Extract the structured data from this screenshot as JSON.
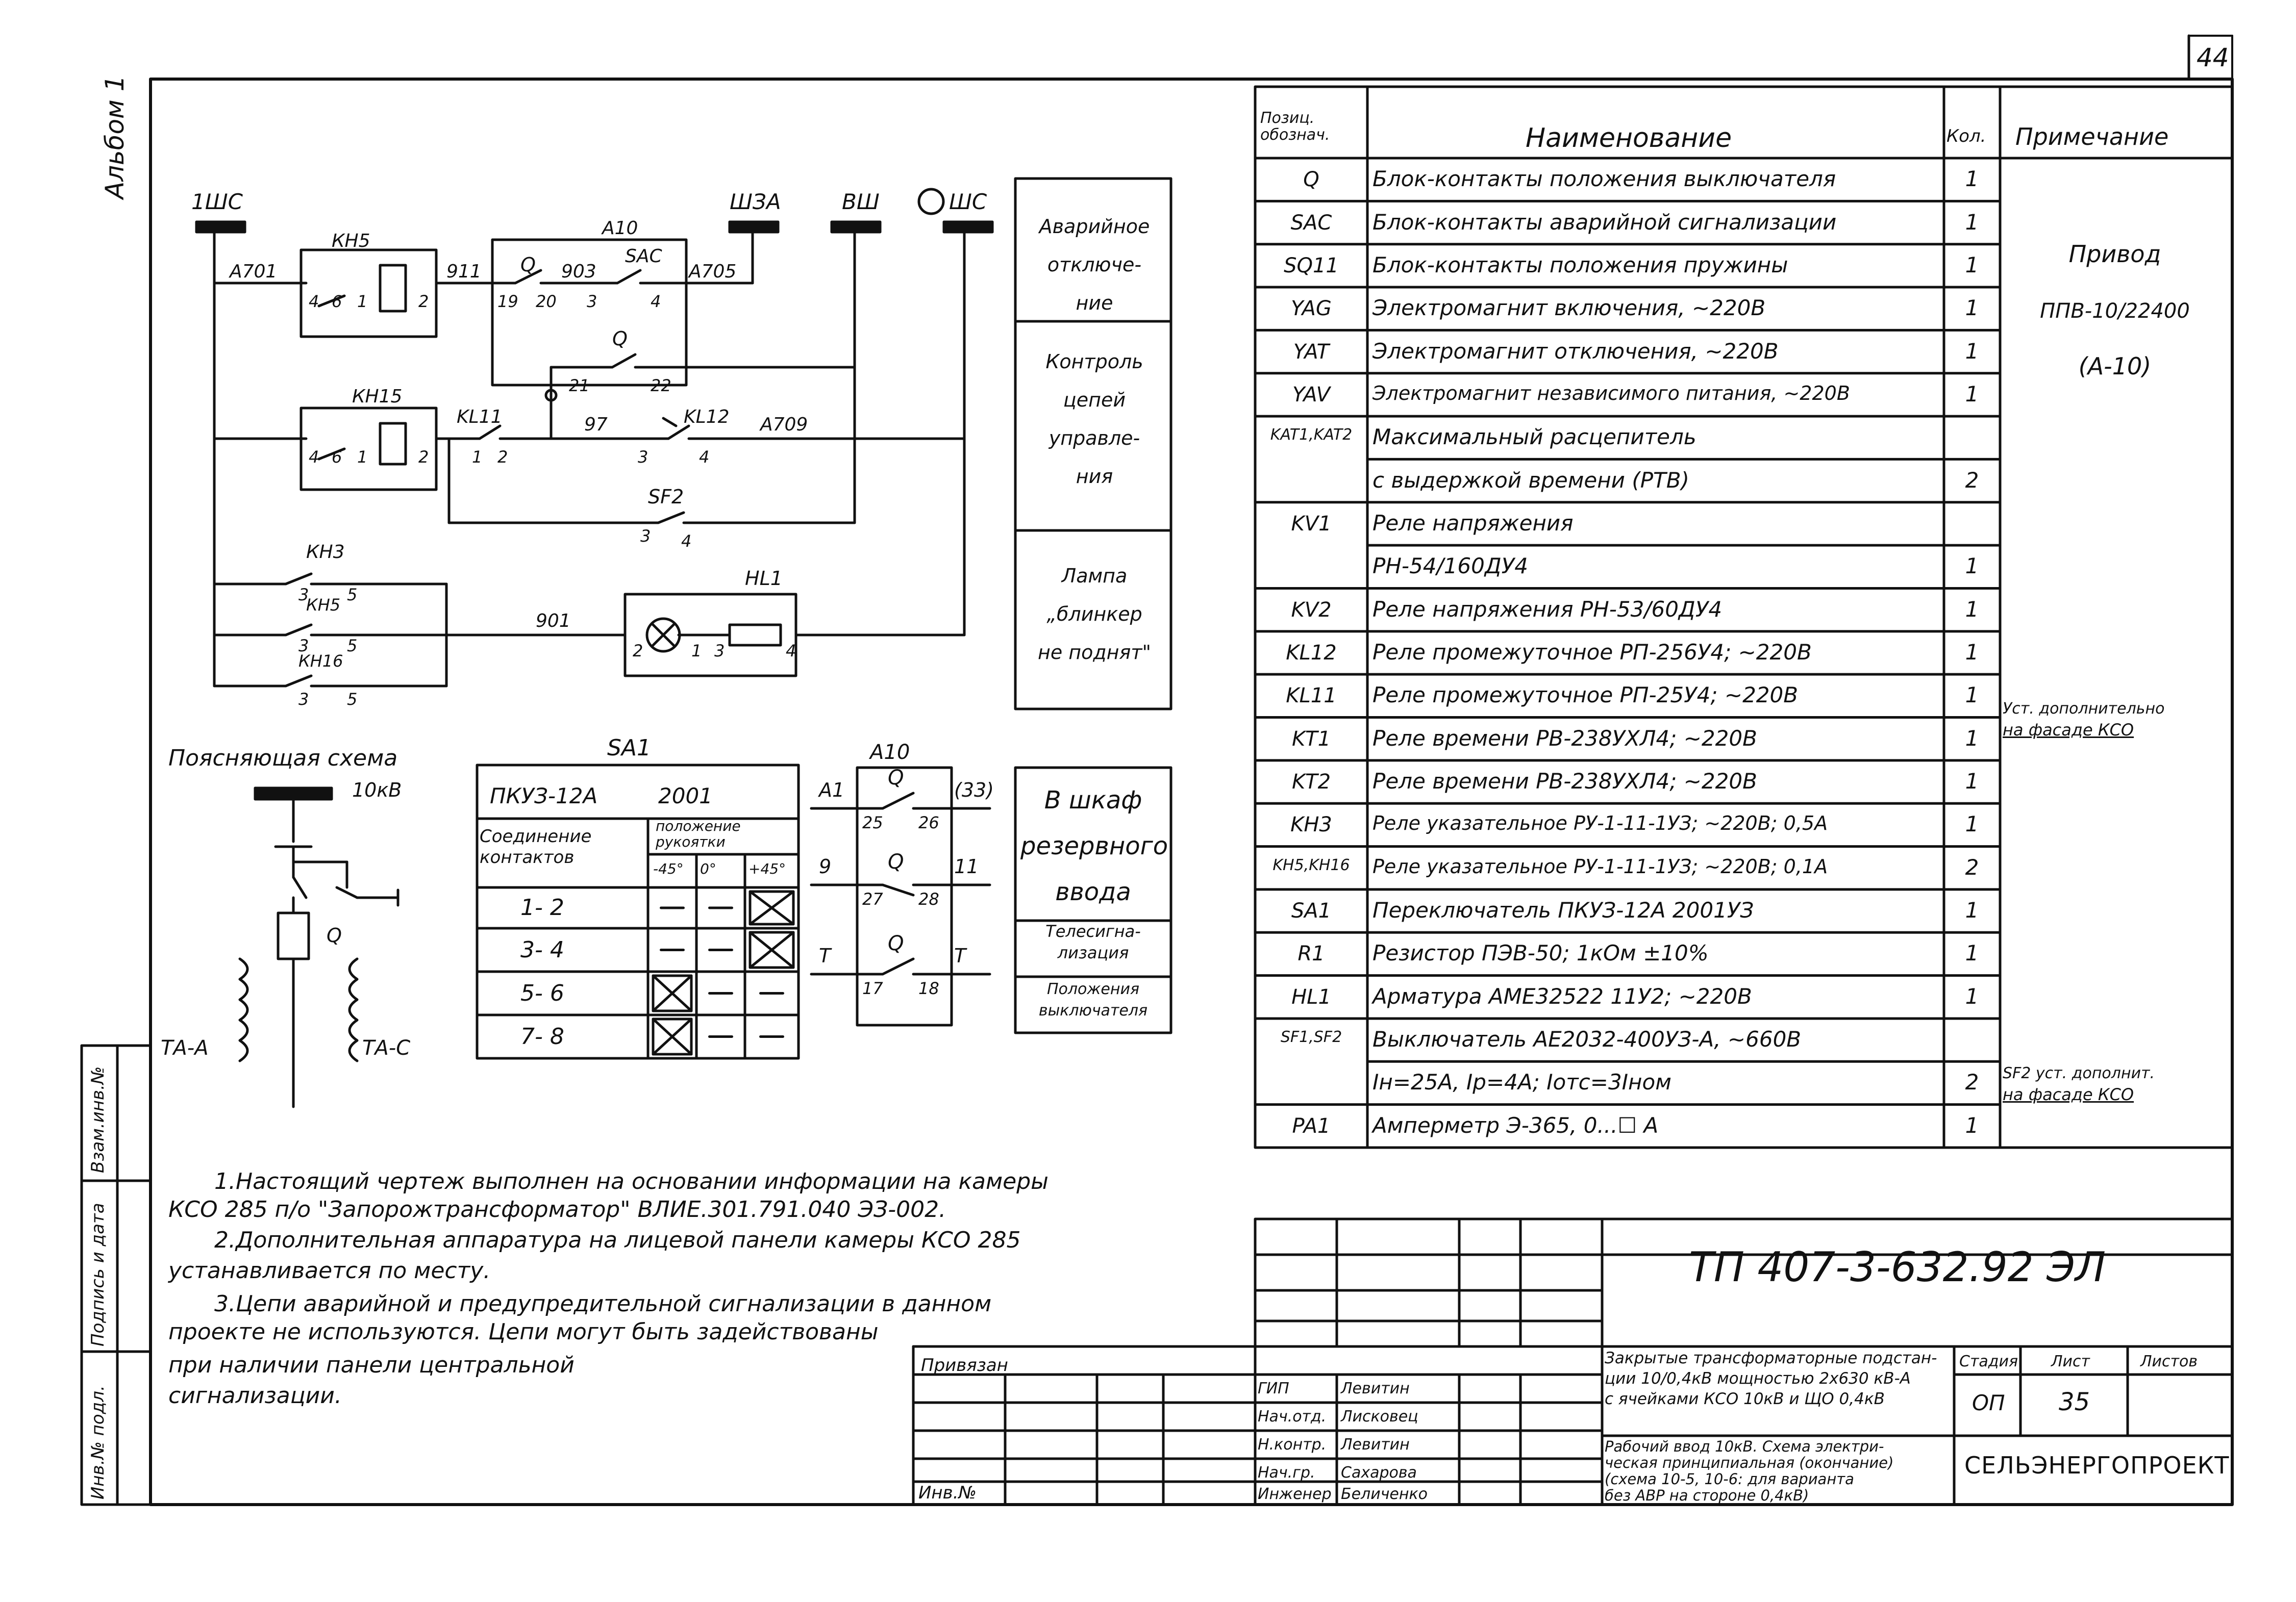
{
  "sheet": {
    "page_number": "44",
    "album_label": "Альбом 1",
    "code": "ТП 407-3-632.92 ЭЛ",
    "stage": "ОП",
    "sheet_no": "35",
    "organization": "СЕЛЬЭНЕРГОПРОЕКТ",
    "object_title": [
      "Закрытые трансформаторные подстан-",
      "ции 10/0,4кВ мощностью 2х630 кВ-А",
      "с ячейками КСО 10кВ и ЩО 0,4кВ"
    ],
    "drawing_title": [
      "Рабочий ввод 10кВ. Схема электри-",
      "ческая принципиальная (окончание)",
      "(схема 10-5, 10-6: для варианта",
      "без АВР на стороне 0,4кВ)"
    ],
    "labels": {
      "stage": "Стадия",
      "sheet": "Лист",
      "sheets": "Листов",
      "bound": "Привязан",
      "inv": "Инв.№"
    },
    "signatures": [
      {
        "role": "ГИП",
        "name": "Левитин"
      },
      {
        "role": "Нач.отд.",
        "name": "Лисковец"
      },
      {
        "role": "Н.контр.",
        "name": "Левитин"
      },
      {
        "role": "Нач.гр.",
        "name": "Сахарова"
      },
      {
        "role": "Инженер",
        "name": "Беличенко"
      }
    ],
    "side_labels": [
      "Взам.инв.№",
      "Подпись и дата",
      "Инв.№ подл."
    ]
  },
  "diagram": {
    "buses": {
      "b1": "1ШС",
      "b2": "ШЗА",
      "b3": "ВШ",
      "b4": "ШС"
    },
    "wires": {
      "a701": "А701",
      "w911": "911",
      "w903": "903",
      "a705": "А705",
      "w97": "97",
      "a709": "А709",
      "w901": "901"
    },
    "devices": {
      "kh5": "КН5",
      "a10": "А10",
      "q": "Q",
      "sac": "SAC",
      "kh15": "КН15",
      "kl11": "KL11",
      "kl12": "KL12",
      "sf2": "SF2",
      "kh3": "КН3",
      "kh5b": "КН5",
      "kh16": "КН16",
      "hl1": "HL1"
    },
    "pins": [
      "4",
      "6",
      "1",
      "2",
      "19",
      "20",
      "3",
      "4",
      "21",
      "22",
      "4",
      "6",
      "1",
      "2",
      "1",
      "2",
      "3",
      "4",
      "3",
      "4",
      "3",
      "5",
      "3",
      "5",
      "3",
      "5",
      "2",
      "1",
      "3",
      "4"
    ],
    "zones": [
      {
        "text": [
          "Аварийное",
          "отключе-",
          "ние"
        ]
      },
      {
        "text": [
          "Контроль",
          "цепей",
          "управле-",
          "ния"
        ]
      },
      {
        "text": [
          "Лампа",
          "„блинкер",
          "не поднят\""
        ]
      }
    ],
    "zones2": [
      {
        "text": [
          "В шкаф",
          "резервного",
          "ввода"
        ]
      },
      {
        "text": [
          "Телесигна-",
          "лизация"
        ]
      },
      {
        "text": [
          "Положения",
          "выключателя"
        ]
      }
    ]
  },
  "explanatory": {
    "title": "Поясняющая схема",
    "voltage": "10кВ",
    "q": "Q",
    "ta_a": "ТА-А",
    "ta_c": "ТА-С"
  },
  "sa1": {
    "title": "SA1",
    "model": "ПКУЗ-12А",
    "code": "2001",
    "col1": "Соединение контактов",
    "col2": "положение рукоятки",
    "angles": [
      "-45°",
      "0°",
      "+45°"
    ],
    "rows": [
      {
        "c": "1- 2",
        "m": [
          false,
          false,
          true
        ]
      },
      {
        "c": "3- 4",
        "m": [
          false,
          false,
          true
        ]
      },
      {
        "c": "5- 6",
        "m": [
          true,
          false,
          false
        ]
      },
      {
        "c": "7- 8",
        "m": [
          true,
          false,
          false
        ]
      }
    ]
  },
  "a10": {
    "title": "А10",
    "rows": [
      {
        "l": "А1",
        "q": "Q",
        "p1": "25",
        "p2": "26",
        "r": "(33)"
      },
      {
        "l": "9",
        "q": "Q",
        "p1": "27",
        "p2": "28",
        "r": "11"
      },
      {
        "l": "Т",
        "q": "Q",
        "p1": "17",
        "p2": "18",
        "r": "Т"
      }
    ]
  },
  "spec": {
    "headers": {
      "pos": "Позиц. обознач.",
      "name": "Наименование",
      "qty": "Кол.",
      "note": "Примечание"
    },
    "rows": [
      {
        "pos": "Q",
        "name": "Блок-контакты положения выключателя",
        "qty": "1"
      },
      {
        "pos": "SAC",
        "name": "Блок-контакты аварийной сигнализации",
        "qty": "1"
      },
      {
        "pos": "SQ11",
        "name": "Блок-контакты положения пружины",
        "qty": "1"
      },
      {
        "pos": "YAG",
        "name": "Электромагнит включения, ~220В",
        "qty": "1"
      },
      {
        "pos": "YAT",
        "name": "Электромагнит отключения, ~220В",
        "qty": "1"
      },
      {
        "pos": "YAV",
        "name": "Электромагнит независимого питания, ~220В",
        "qty": "1"
      },
      {
        "pos": "KAT1,KAT2",
        "name": "Максимальный расцепитель",
        "qty": ""
      },
      {
        "pos": "",
        "name": "с выдержкой времени (РТВ)",
        "qty": "2"
      },
      {
        "pos": "KV1",
        "name": "Реле напряжения",
        "qty": ""
      },
      {
        "pos": "",
        "name": "РН-54/160ДУ4",
        "qty": "1"
      },
      {
        "pos": "KV2",
        "name": "Реле напряжения РН-53/60ДУ4",
        "qty": "1"
      },
      {
        "pos": "KL12",
        "name": "Реле промежуточное РП-256У4; ~220В",
        "qty": "1"
      },
      {
        "pos": "KL11",
        "name": "Реле промежуточное РП-25У4; ~220В",
        "qty": "1"
      },
      {
        "pos": "KT1",
        "name": "Реле времени РВ-238УХЛ4; ~220В",
        "qty": "1"
      },
      {
        "pos": "KT2",
        "name": "Реле времени РВ-238УХЛ4; ~220В",
        "qty": "1"
      },
      {
        "pos": "KH3",
        "name": "Реле указательное РУ-1-11-1УЗ; ~220В; 0,5А",
        "qty": "1"
      },
      {
        "pos": "KH5,KH16",
        "name": "Реле указательное РУ-1-11-1УЗ; ~220В; 0,1А",
        "qty": "2"
      },
      {
        "pos": "SA1",
        "name": "Переключатель ПКУЗ-12А 2001УЗ",
        "qty": "1"
      },
      {
        "pos": "R1",
        "name": "Резистор ПЭВ-50; 1кОм ±10%",
        "qty": "1"
      },
      {
        "pos": "HL1",
        "name": "Арматура АМЕ32522 11У2; ~220В",
        "qty": "1"
      },
      {
        "pos": "SF1,SF2",
        "name": "Выключатель АЕ2032-400УЗ-А, ~660В",
        "qty": ""
      },
      {
        "pos": "",
        "name": "Iн=25А, Ip=4А; Iотс=3Iном",
        "qty": "2"
      },
      {
        "pos": "PA1",
        "name": "Амперметр Э-365, 0...☐ А",
        "qty": "1"
      }
    ],
    "note_group": [
      "Привод",
      "ППВ-10/22400",
      "(А-10)"
    ],
    "note_kt1": [
      "Уст. дополнительно",
      "на фасаде КСО"
    ],
    "note_sf2": [
      "SF2 уст. дополнит.",
      "на фасаде КСО"
    ]
  },
  "notes": [
    "1.Настоящий чертеж выполнен на основании информации на камеры",
    "КСО 285 п/о \"Запорожтрансформатор\" ВЛИЕ.301.791.040 ЭЗ-002.",
    "2.Дополнительная аппаратура на лицевой панели камеры КСО 285",
    "устанавливается по месту.",
    "3.Цепи аварийной и предупредительной сигнализации в данном",
    "проекте не используются. Цепи могут быть задействованы",
    "при наличии панели центральной",
    "сигнализации."
  ]
}
